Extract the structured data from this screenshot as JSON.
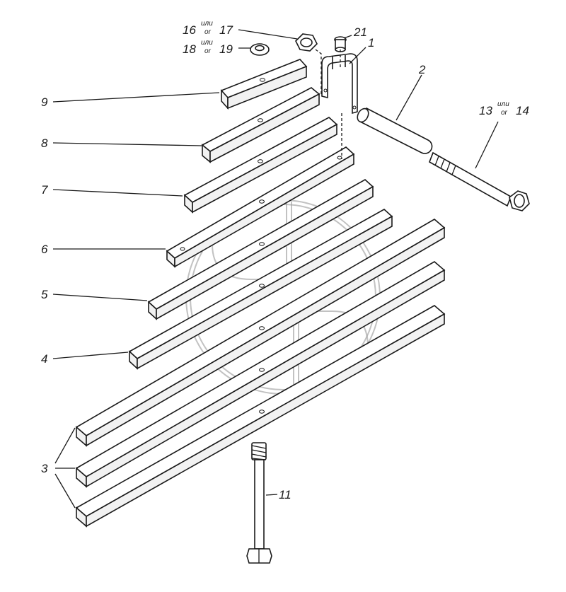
{
  "labels": {
    "l1": "1",
    "l2": "2",
    "l3": "3",
    "l4": "4",
    "l5": "5",
    "l6": "6",
    "l7": "7",
    "l8": "8",
    "l9": "9",
    "l11": "11",
    "l13": "13",
    "l14": "14",
    "l16": "16",
    "l17": "17",
    "l18": "18",
    "l19": "19",
    "l21": "21",
    "sup_top": "или",
    "sup_bottom": "or"
  }
}
